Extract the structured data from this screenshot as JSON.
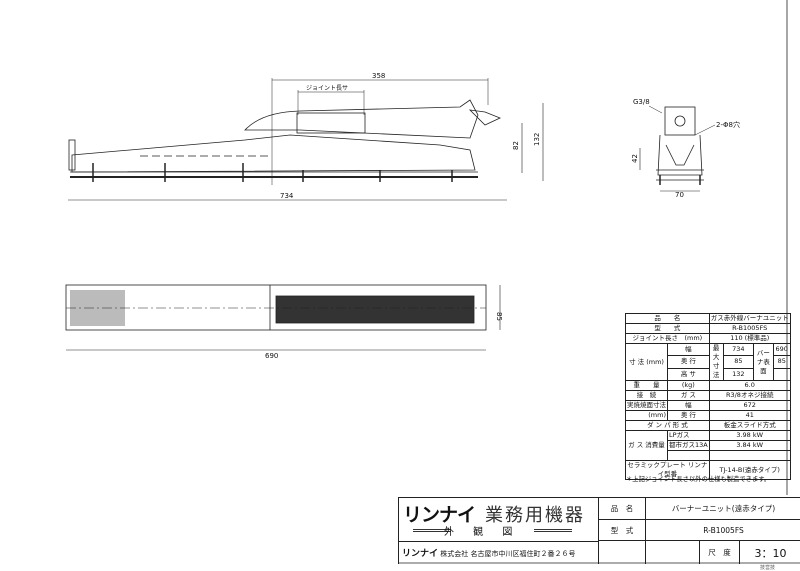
{
  "side_view": {
    "dim_joint": "358",
    "joint_length_label": "ジョイント長サ",
    "dim_height_burner": "82",
    "dim_height_total": "132",
    "dim_length": "734"
  },
  "end_view": {
    "connection_label": "G3/8",
    "hole_label": "2-Φ8穴",
    "dim_height": "42",
    "dim_width": "70"
  },
  "plan_view": {
    "dim_length": "690",
    "dim_depth": "85"
  },
  "spec_table": {
    "product_name_label": "品　　名",
    "product_name": "ガス赤外線バーナユニット",
    "model_label": "型　　式",
    "model": "R-B1005FS",
    "joint_length_label": "ジョイント長さ　(mm)",
    "joint_length": "110 (標準品)",
    "size_label": "寸 法 (mm)",
    "width_label": "幅",
    "depth_label": "奥 行",
    "height_label": "高 サ",
    "max_size_label": "最大寸法",
    "max_width": "734",
    "max_depth": "85",
    "max_height": "132",
    "burner_surface_label": "バーナ表面",
    "burner_width": "690",
    "burner_depth": "85",
    "weight_label": "重　　量",
    "weight_unit": "(kg)",
    "weight": "6.0",
    "connection_label": "接　続",
    "connection_sub": "ガ ス",
    "connection": "R3/8オネジ接続",
    "grill_label": "実焼焼面寸法",
    "grill_width_label": "幅",
    "grill_width": "672",
    "grill_unit": "(mm)",
    "grill_depth_label": "奥 行",
    "grill_depth": "41",
    "damper_label": "ダ ン パ 形 式",
    "damper": "板金スライド方式",
    "gas_consumption_label": "ガ ス 消費量",
    "lp_label": "LPガス",
    "lp_value": "3.98 kW",
    "city_label": "都市ガス13A",
    "city_value": "3.84 kW",
    "plate_label": "セラミックプレート リンナイ型番",
    "plate_model": "TJ-14-B(遠赤タイプ)",
    "note": "＊上記ジョイント長さ以外の仕様も製造できます。"
  },
  "title_block": {
    "brand": "リンナイ",
    "division": "業務用機器",
    "drawing_type": "外 観 図",
    "company_brand": "リンナイ",
    "company_info": "株式会社  名古屋市中川区福住町２番２６号",
    "name_label": "品　名",
    "name_value": "バーナーユニット(遠赤タイプ)",
    "model_label": "型　式",
    "model_value": "R-B1005FS",
    "scale_label": "尺　度",
    "scale_value": "3：10",
    "stamp": "技営技"
  }
}
